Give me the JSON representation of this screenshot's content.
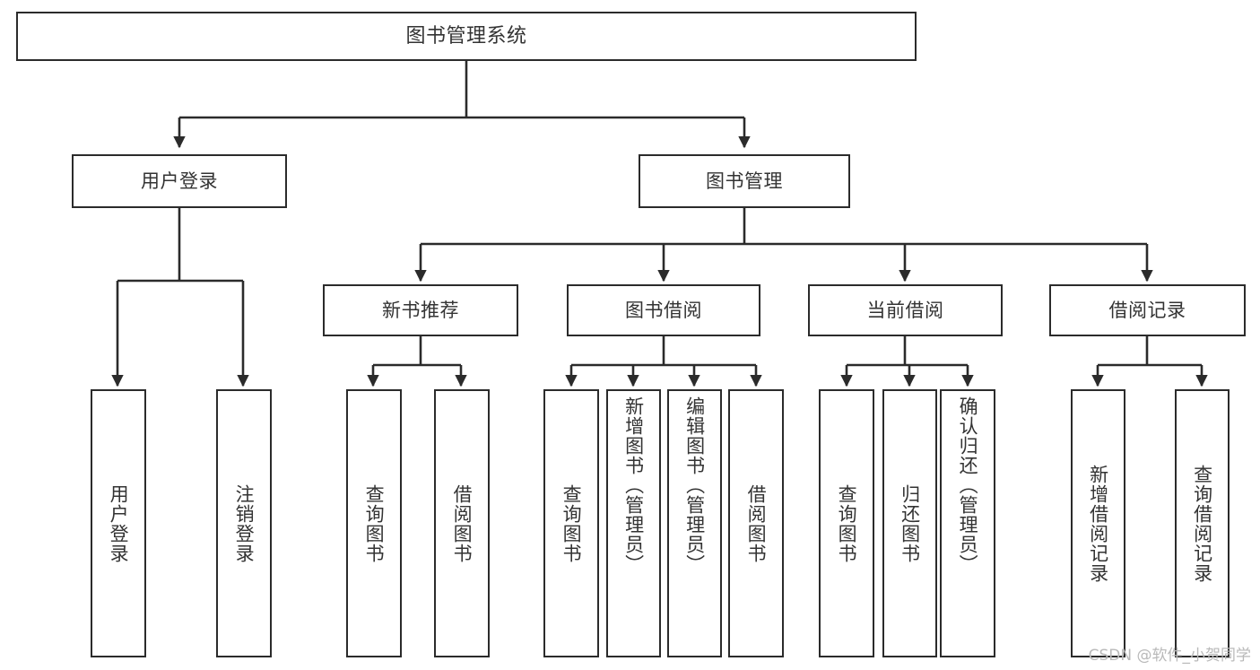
{
  "diagram": {
    "type": "tree-hierarchy-chart",
    "title": "图书管理系统",
    "line_color": "#2b2b2b",
    "text_color": "#333333",
    "background_color": "#ffffff",
    "watermark": "CSDN @软件_小贺同学"
  },
  "nodes": {
    "root": {
      "label": "图书管理系统"
    },
    "level2": [
      {
        "id": "user-login",
        "label": "用户登录"
      },
      {
        "id": "book-management",
        "label": "图书管理"
      }
    ],
    "level3": [
      {
        "id": "new-book-recommend",
        "label": "新书推荐"
      },
      {
        "id": "book-borrow",
        "label": "图书借阅"
      },
      {
        "id": "current-borrow",
        "label": "当前借阅"
      },
      {
        "id": "borrow-record",
        "label": "借阅记录"
      }
    ],
    "leaves": {
      "user_login": [
        {
          "id": "leaf-user-login",
          "label": "用户登录"
        },
        {
          "id": "leaf-user-logout",
          "label": "注销登录"
        }
      ],
      "new_book_recommend": [
        {
          "id": "leaf-query-book-1",
          "label": "查询图书"
        },
        {
          "id": "leaf-borrow-book-1",
          "label": "借阅图书"
        }
      ],
      "book_borrow": [
        {
          "id": "leaf-query-book-2",
          "label": "查询图书"
        },
        {
          "id": "leaf-add-book",
          "label": "新增图书（管理员）"
        },
        {
          "id": "leaf-edit-book",
          "label": "编辑图书（管理员）"
        },
        {
          "id": "leaf-borrow-book-2",
          "label": "借阅图书"
        }
      ],
      "current_borrow": [
        {
          "id": "leaf-query-book-3",
          "label": "查询图书"
        },
        {
          "id": "leaf-return-book",
          "label": "归还图书"
        },
        {
          "id": "leaf-confirm-return",
          "label": "确认归还（管理员）"
        }
      ],
      "borrow_record": [
        {
          "id": "leaf-add-record",
          "label": "新增借阅记录"
        },
        {
          "id": "leaf-query-record",
          "label": "查询借阅记录"
        }
      ]
    }
  }
}
